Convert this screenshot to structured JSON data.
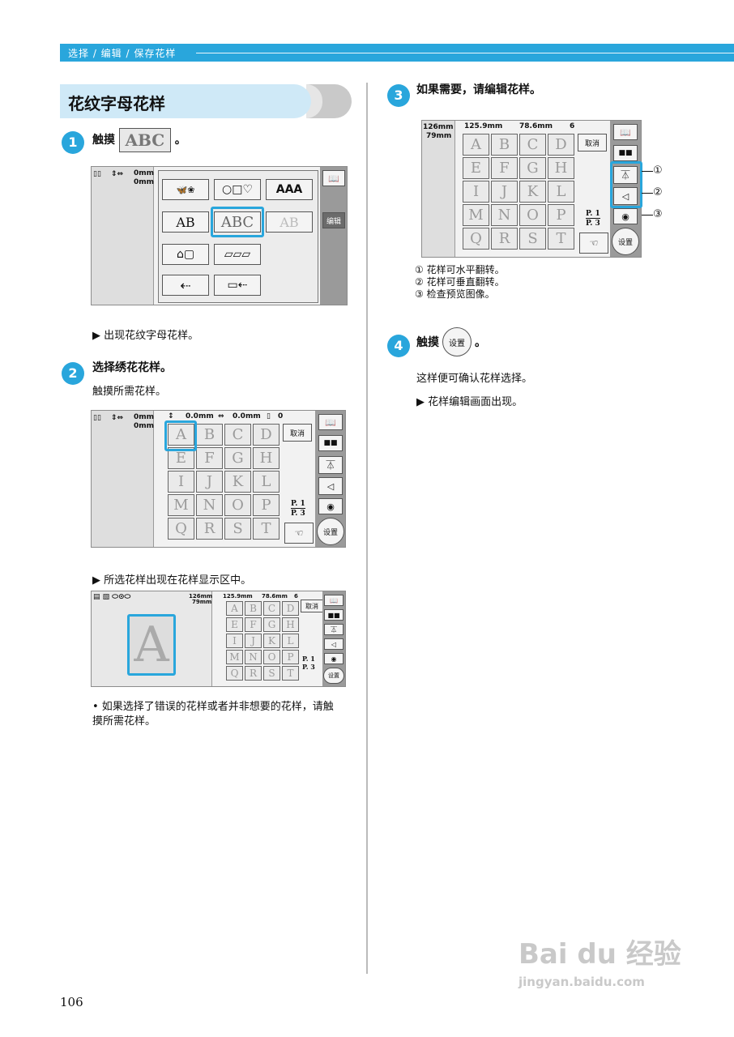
{
  "header": {
    "breadcrumb": "选择 / 编辑 / 保存花样"
  },
  "section": {
    "title": "花纹字母花样"
  },
  "steps": [
    {
      "num": "1",
      "title_prefix": "触摸",
      "title_suffix": "。",
      "button_label": "ABC"
    },
    {
      "num": "2",
      "title": "选择绣花花样。",
      "text": "触摸所需花样。"
    },
    {
      "num": "3",
      "title": "如果需要，请编辑花样。"
    },
    {
      "num": "4",
      "title_prefix": "触摸",
      "title_suffix": "。",
      "button_label": "设置"
    }
  ],
  "results": {
    "r1": "▶ 出现花纹字母花样。",
    "r2": "▶ 所选花样出现在花样显示区中。",
    "r4a": "这样便可确认花样选择。",
    "r4b": "▶ 花样编辑画面出现。"
  },
  "note": "• 如果选择了错误的花样或者并非想要的花样，请触摸所需花样。",
  "callouts": [
    "① 花样可水平翻转。",
    "② 花样可垂直翻转。",
    "③ 检查预览图像。"
  ],
  "callout_marks": [
    "①",
    "②",
    "③"
  ],
  "screen1": {
    "size_h": "0mm",
    "size_w": "0mm",
    "edit_label": "编辑",
    "buttons": [
      "AAA",
      "ABC",
      "AB"
    ]
  },
  "screen2": {
    "h": "0.0mm",
    "w": "0.0mm",
    "count": "0",
    "cancel": "取消",
    "letters": [
      "A",
      "B",
      "C",
      "D",
      "E",
      "F",
      "G",
      "H",
      "I",
      "J",
      "K",
      "L",
      "M",
      "N",
      "O",
      "P",
      "Q",
      "R",
      "S",
      "T"
    ],
    "page": "P. 1",
    "pages": "P. 3",
    "set": "设置"
  },
  "screen3": {
    "h": "125.9mm",
    "w": "78.6mm",
    "count": "6",
    "cancel": "取消",
    "size_h": "126mm",
    "size_w": "79mm",
    "page": "P. 1",
    "pages": "P. 3",
    "set": "设置"
  },
  "page_number": "106",
  "watermark": {
    "brand": "Bai du 经验",
    "url": "jingyan.baidu.com"
  },
  "colors": {
    "accent": "#29a6dc",
    "light_band": "#cfe9f7"
  }
}
